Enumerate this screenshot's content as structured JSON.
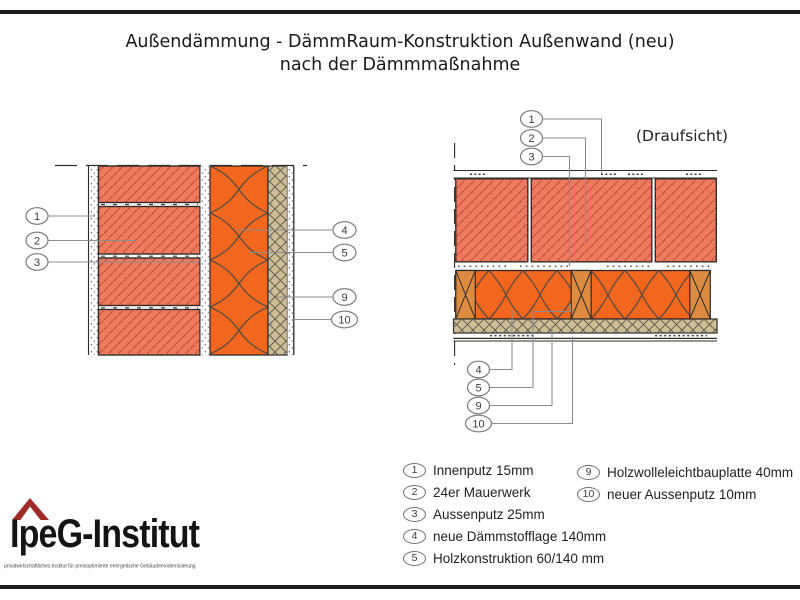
{
  "header": {
    "title_line1": "Außendämmung - DämmRaum-Konstruktion Außenwand (neu)",
    "title_line2": "nach der Dämmmaßnahme"
  },
  "left_diagram": {
    "callouts_left": [
      "1",
      "2",
      "3"
    ],
    "callouts_right": [
      "4",
      "5",
      "9",
      "10"
    ]
  },
  "right_diagram": {
    "label": "(Draufsicht)",
    "callouts_top": [
      "1",
      "2",
      "3"
    ],
    "callouts_bottom": [
      "4",
      "5",
      "9",
      "10"
    ]
  },
  "legend": {
    "col1": [
      {
        "num": "1",
        "label": "Innenputz 15mm"
      },
      {
        "num": "2",
        "label": "24er Mauerwerk"
      },
      {
        "num": "3",
        "label": "Aussenputz 25mm"
      },
      {
        "num": "4",
        "label": "neue Dämmstofflage 140mm"
      },
      {
        "num": "5",
        "label": "Holzkonstruktion 60/140 mm"
      }
    ],
    "col2": [
      {
        "num": "9",
        "label": "Holzwolleleichtbauplatte 40mm"
      },
      {
        "num": "10",
        "label": "neuer Aussenputz 10mm"
      }
    ]
  },
  "logo": {
    "name_part1": "IpeG-",
    "name_part2": "Institut",
    "tagline": "privatwirtschaftliches Institut für preisoptimierte energetische Gebäudemodernisierung"
  },
  "colors": {
    "brick": "#EE7A5F",
    "brick_hatch": "#B0452B",
    "insulation": "#F2661E",
    "insul_line": "#4E4A45",
    "wood_stud": "#DC8B41",
    "woodwool": "#CCBD95",
    "woodwool_line": "#5A554B",
    "line": "#2F2B28",
    "leader": "#8C8C8C",
    "logo_red": "#9E2B25",
    "text": "#1A1A1A"
  }
}
